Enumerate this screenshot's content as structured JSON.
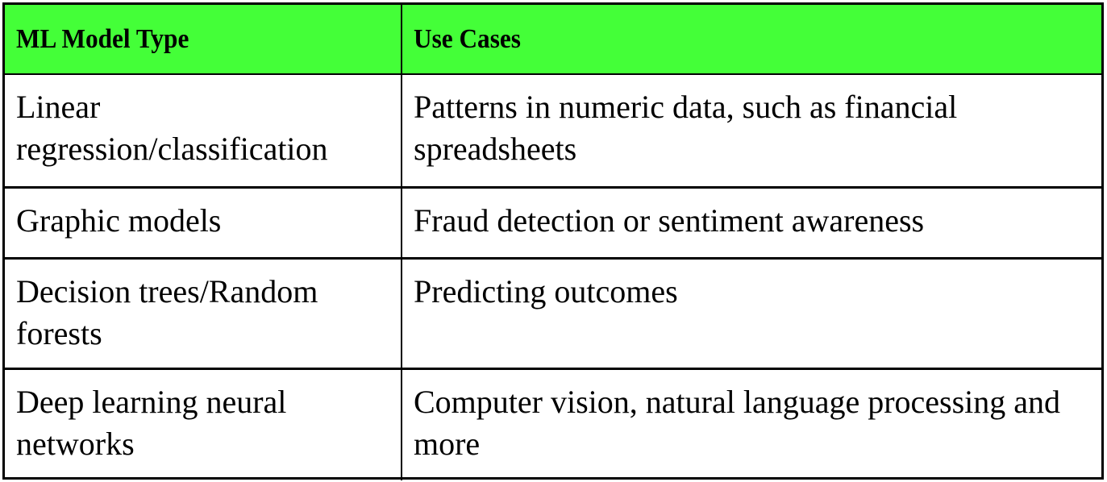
{
  "table": {
    "header_bg": "#44ff38",
    "border_color": "#000000",
    "columns": [
      {
        "label": "ML Model Type"
      },
      {
        "label": "Use Cases"
      }
    ],
    "rows": [
      {
        "model_type": "Linear regression/classification",
        "use_cases": "Patterns in numeric data, such as financial spreadsheets"
      },
      {
        "model_type": "Graphic models",
        "use_cases": "Fraud detection or sentiment awareness"
      },
      {
        "model_type": "Decision trees/Random forests",
        "use_cases": "Predicting outcomes"
      },
      {
        "model_type": "Deep learning neural networks",
        "use_cases": "Computer vision, natural language processing and more"
      }
    ]
  }
}
